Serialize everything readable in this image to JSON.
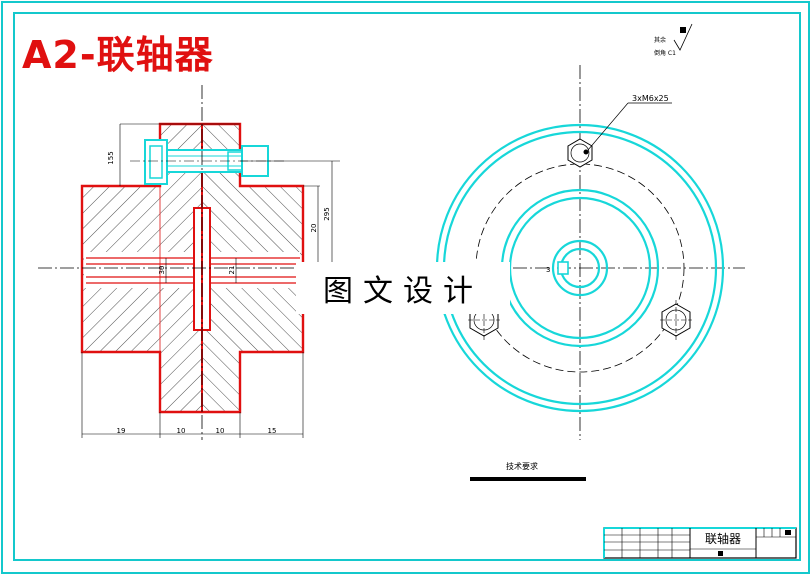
{
  "title": "A2-联轴器",
  "watermark": "图文设计",
  "callout": "3xM6x25",
  "roughness": {
    "rest": "其余",
    "chamfer": "倒角 C1"
  },
  "tech_requirements": "技术要求",
  "title_block": {
    "name": "联轴器"
  },
  "dimensions": {
    "d_155": "155",
    "d_295": "295",
    "d_20": "20",
    "d_30": "30",
    "d_21": "21",
    "b_19": "19",
    "b_10a": "10",
    "b_10b": "10",
    "b_15": "15"
  },
  "colors": {
    "outline": "#e01010",
    "cyan": "#17d7d9",
    "frame": "#14c8cc",
    "dim": "#000000"
  }
}
